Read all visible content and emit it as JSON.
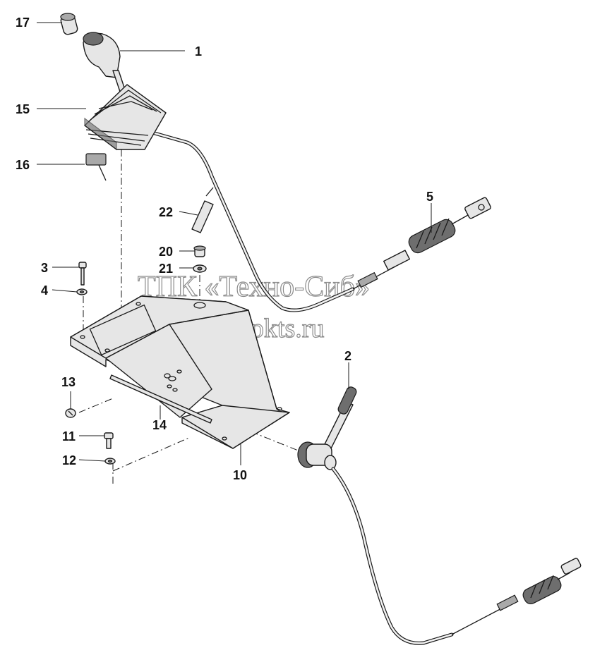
{
  "watermark": {
    "line1": "ТПК «Техно-Сиб»",
    "line2": "www.tpkts.ru"
  },
  "callouts": [
    {
      "id": "17",
      "part": "lever-knob"
    },
    {
      "id": "1",
      "part": "gear-lever-handle"
    },
    {
      "id": "15",
      "part": "rubber-boot"
    },
    {
      "id": "16",
      "part": "switch-sensor"
    },
    {
      "id": "22",
      "part": "hose-sleeve"
    },
    {
      "id": "5",
      "part": "upper-control-cable"
    },
    {
      "id": "20",
      "part": "plug-cap"
    },
    {
      "id": "21",
      "part": "washer"
    },
    {
      "id": "3",
      "part": "bolt"
    },
    {
      "id": "4",
      "part": "nut"
    },
    {
      "id": "2",
      "part": "throttle-lever"
    },
    {
      "id": "13",
      "part": "screw"
    },
    {
      "id": "14",
      "part": "gasket-strip"
    },
    {
      "id": "11",
      "part": "bolt"
    },
    {
      "id": "10",
      "part": "mounting-bracket"
    },
    {
      "id": "12",
      "part": "washer"
    }
  ]
}
